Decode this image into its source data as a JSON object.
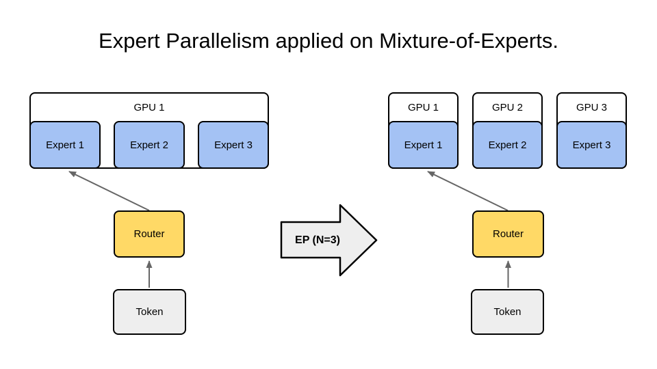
{
  "title": "Expert Parallelism applied on Mixture-of-Experts.",
  "left_diagram": {
    "gpu_label": "GPU 1",
    "experts": [
      "Expert 1",
      "Expert 2",
      "Expert 3"
    ],
    "router_label": "Router",
    "token_label": "Token"
  },
  "transform_arrow": {
    "label": "EP (N=3)"
  },
  "right_diagram": {
    "gpus": [
      {
        "label": "GPU 1",
        "expert": "Expert 1"
      },
      {
        "label": "GPU 2",
        "expert": "Expert 2"
      },
      {
        "label": "GPU 3",
        "expert": "Expert 3"
      }
    ],
    "router_label": "Router",
    "token_label": "Token"
  },
  "colors": {
    "expert_fill": "#a4c2f4",
    "router_fill": "#ffd966",
    "token_fill": "#eeeeee",
    "transform_arrow_fill": "#eeeeee",
    "connector_stroke": "#666666",
    "box_border": "#000000",
    "background": "#ffffff"
  }
}
